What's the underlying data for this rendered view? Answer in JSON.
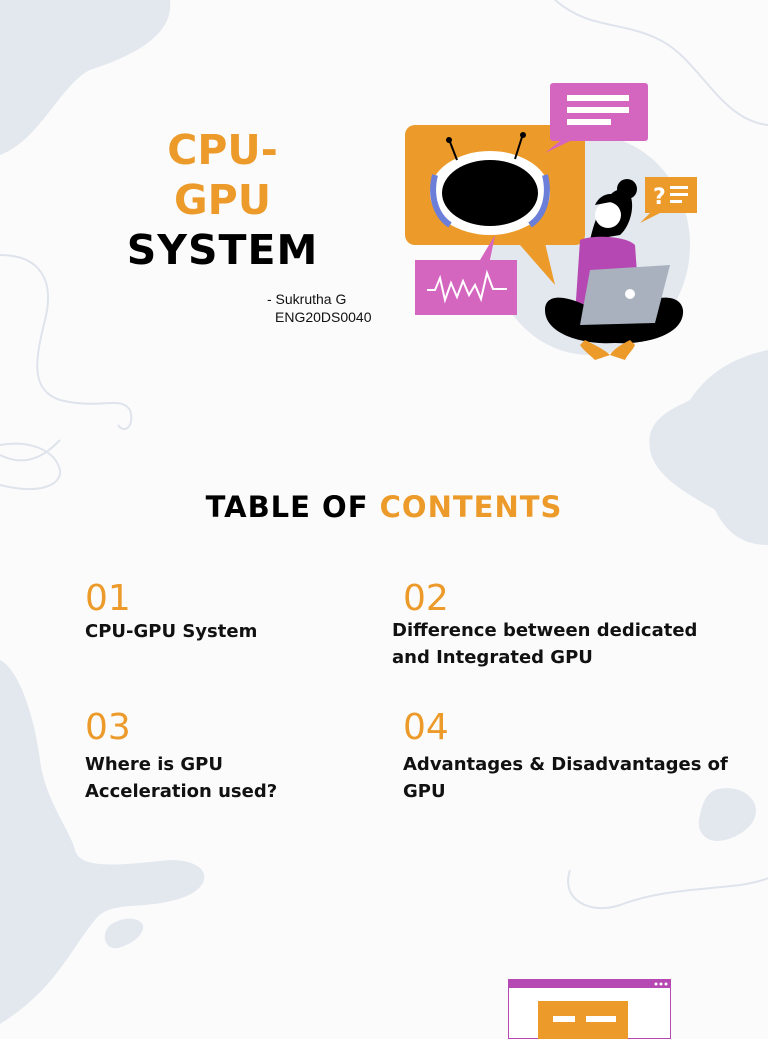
{
  "title": {
    "line1": "CPU-",
    "line2": "GPU",
    "line3": "SYSTEM"
  },
  "author": {
    "name": "- Sukrutha G",
    "id": "ENG20DS0040"
  },
  "toc": {
    "heading_black": "TABLE OF",
    "heading_accent": "CONTENTS",
    "items": [
      {
        "num": "01",
        "label": "CPU-GPU System"
      },
      {
        "num": "02",
        "label": "Difference between dedicated and Integrated GPU"
      },
      {
        "num": "03",
        "label": "Where is GPU Acceleration used?"
      },
      {
        "num": "04",
        "label": "Advantages & Disadvantages of GPU"
      }
    ]
  },
  "colors": {
    "accent": "#ec9a29",
    "pink": "#d566c0",
    "blob": "#e3e8ef"
  },
  "illustration": "robot-chat-laptop-illustration"
}
